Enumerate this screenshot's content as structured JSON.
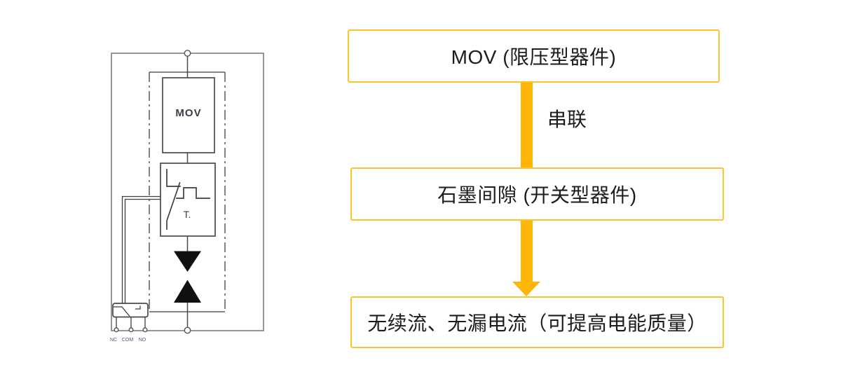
{
  "colors": {
    "flow_border": "#FFC42A",
    "flow_arrow": "#FFB505",
    "flow_text": "#1C1C1C",
    "circuit_outline": "#7D7D7D",
    "circuit_component": "#4A4A4A",
    "spark_gap_fill": "#111111",
    "terminal_label_color": "#4A5784"
  },
  "circuit": {
    "mov_label": "MOV",
    "thermal_label": "T.",
    "terminals": [
      "NC",
      "COM",
      "NO"
    ]
  },
  "flowchart": {
    "step1": "MOV (限压型器件)",
    "connector1_label": "串联",
    "step2": "石墨间隙 (开关型器件)",
    "step3": "无续流、无漏电流（可提高电能质量）"
  }
}
